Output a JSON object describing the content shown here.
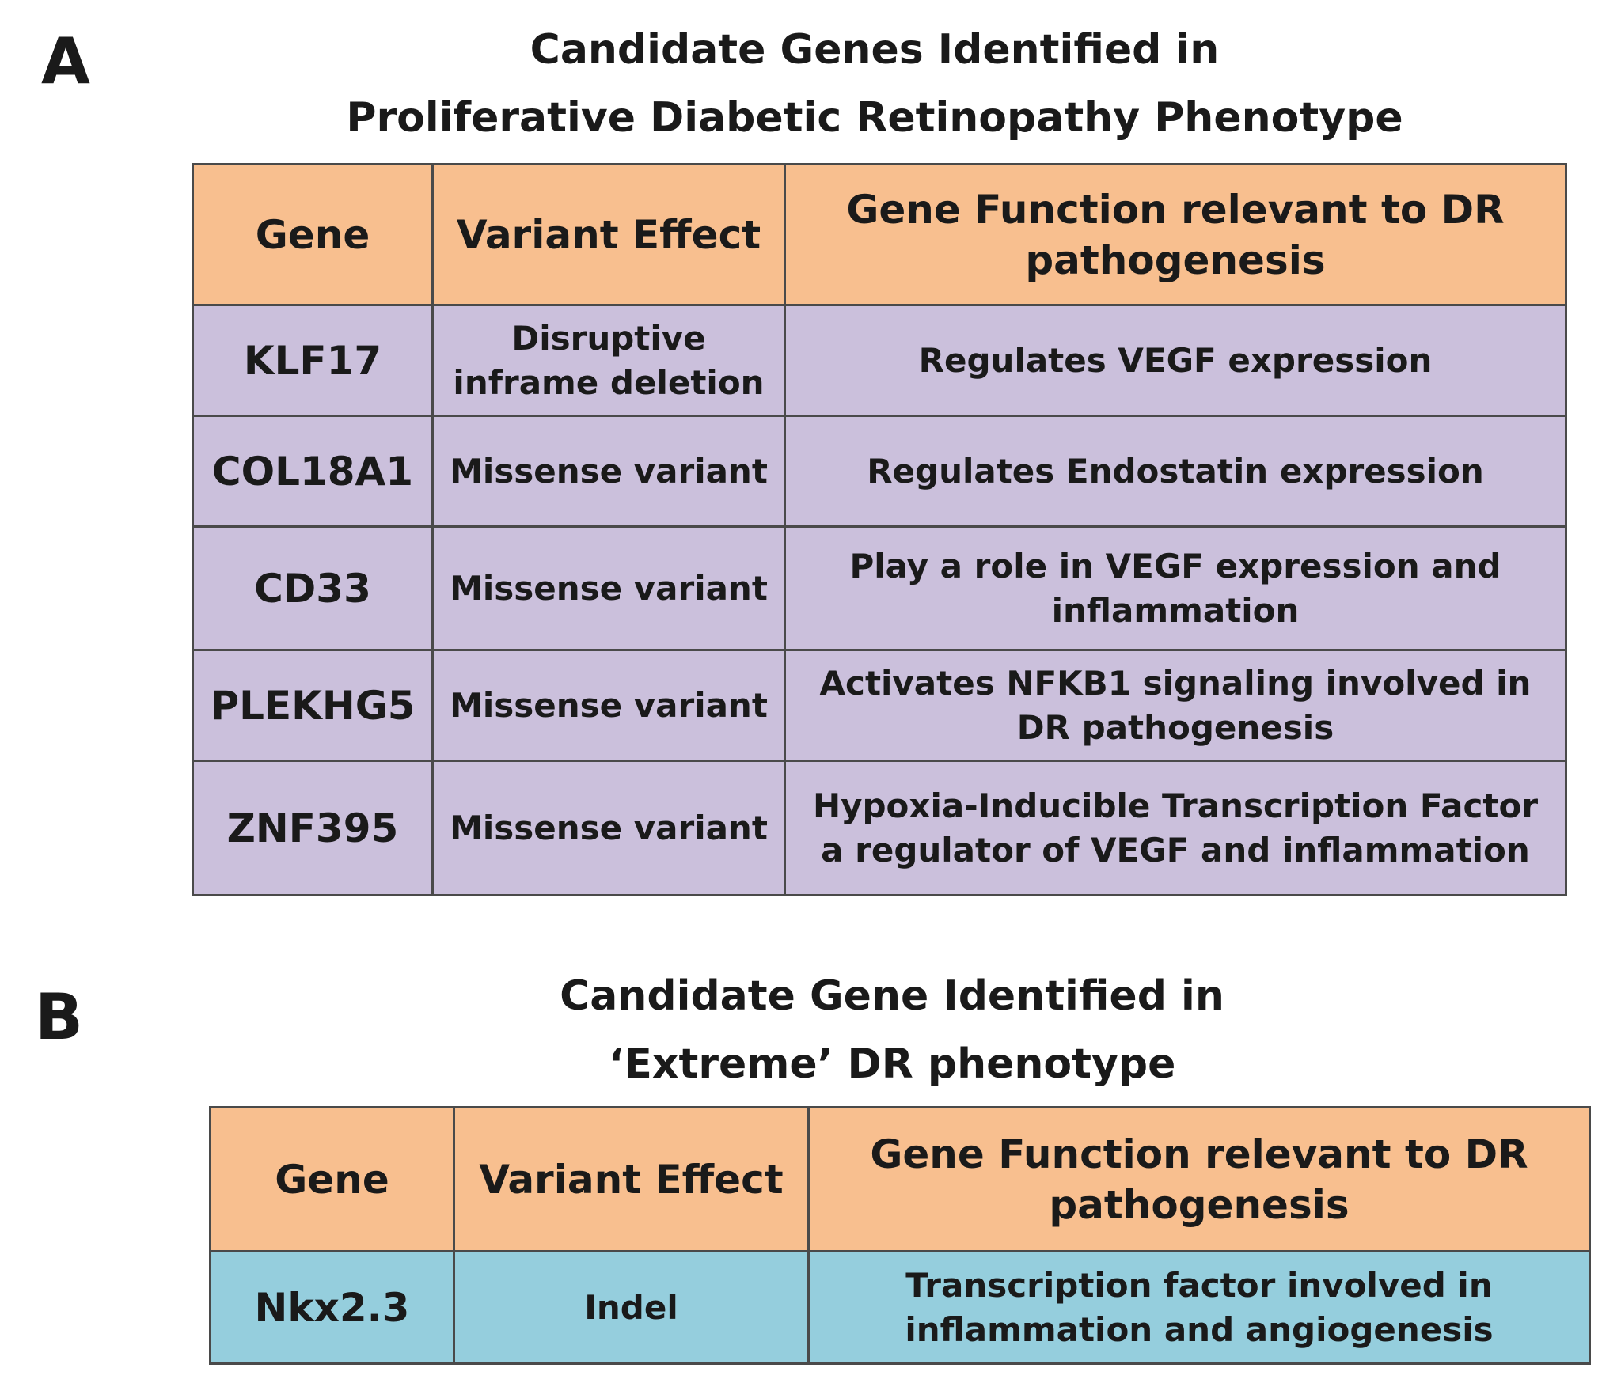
{
  "panel_a": {
    "letter": "A",
    "title_lines": [
      "Candidate Genes Identified in",
      "Proliferative Diabetic Retinopathy Phenotype"
    ],
    "headers": {
      "gene": "Gene",
      "variant_effect": "Variant Effect",
      "function_lines": [
        "Gene Function relevant to",
        "DR pathogenesis"
      ]
    },
    "rows": [
      {
        "gene": "KLF17",
        "effect_lines": [
          "Disruptive",
          "inframe deletion"
        ],
        "function_lines": [
          "Regulates  VEGF expression"
        ]
      },
      {
        "gene": "COL18A1",
        "effect_lines": [
          "Missense variant"
        ],
        "function_lines": [
          "Regulates Endostatin expression"
        ]
      },
      {
        "gene": "CD33",
        "effect_lines": [
          "Missense variant"
        ],
        "function_lines": [
          "Play a role in VEGF expression and",
          "inflammation"
        ]
      },
      {
        "gene": "PLEKHG5",
        "effect_lines": [
          "Missense variant"
        ],
        "function_lines": [
          "Activates NFKB1 signaling involved in",
          "DR pathogenesis"
        ]
      },
      {
        "gene": "ZNF395",
        "effect_lines": [
          "Missense variant"
        ],
        "function_lines": [
          "Hypoxia-Inducible Transcription Factor",
          "a regulator of VEGF and inflammation"
        ]
      }
    ],
    "colors": {
      "header": "#f8bf8f",
      "row": "#cbc0dc"
    }
  },
  "panel_b": {
    "letter": "B",
    "title_lines": [
      "Candidate Gene Identified in",
      "‘Extreme’ DR phenotype"
    ],
    "headers": {
      "gene": "Gene",
      "variant_effect": "Variant Effect",
      "function_lines": [
        "Gene Function relevant to",
        "DR pathogenesis"
      ]
    },
    "rows": [
      {
        "gene": "Nkx2.3",
        "effect_lines": [
          "Indel"
        ],
        "function_lines": [
          "Transcription factor involved in",
          "inflammation and angiogenesis"
        ]
      }
    ],
    "colors": {
      "header": "#f8bf8f",
      "row": "#95cedd"
    }
  }
}
